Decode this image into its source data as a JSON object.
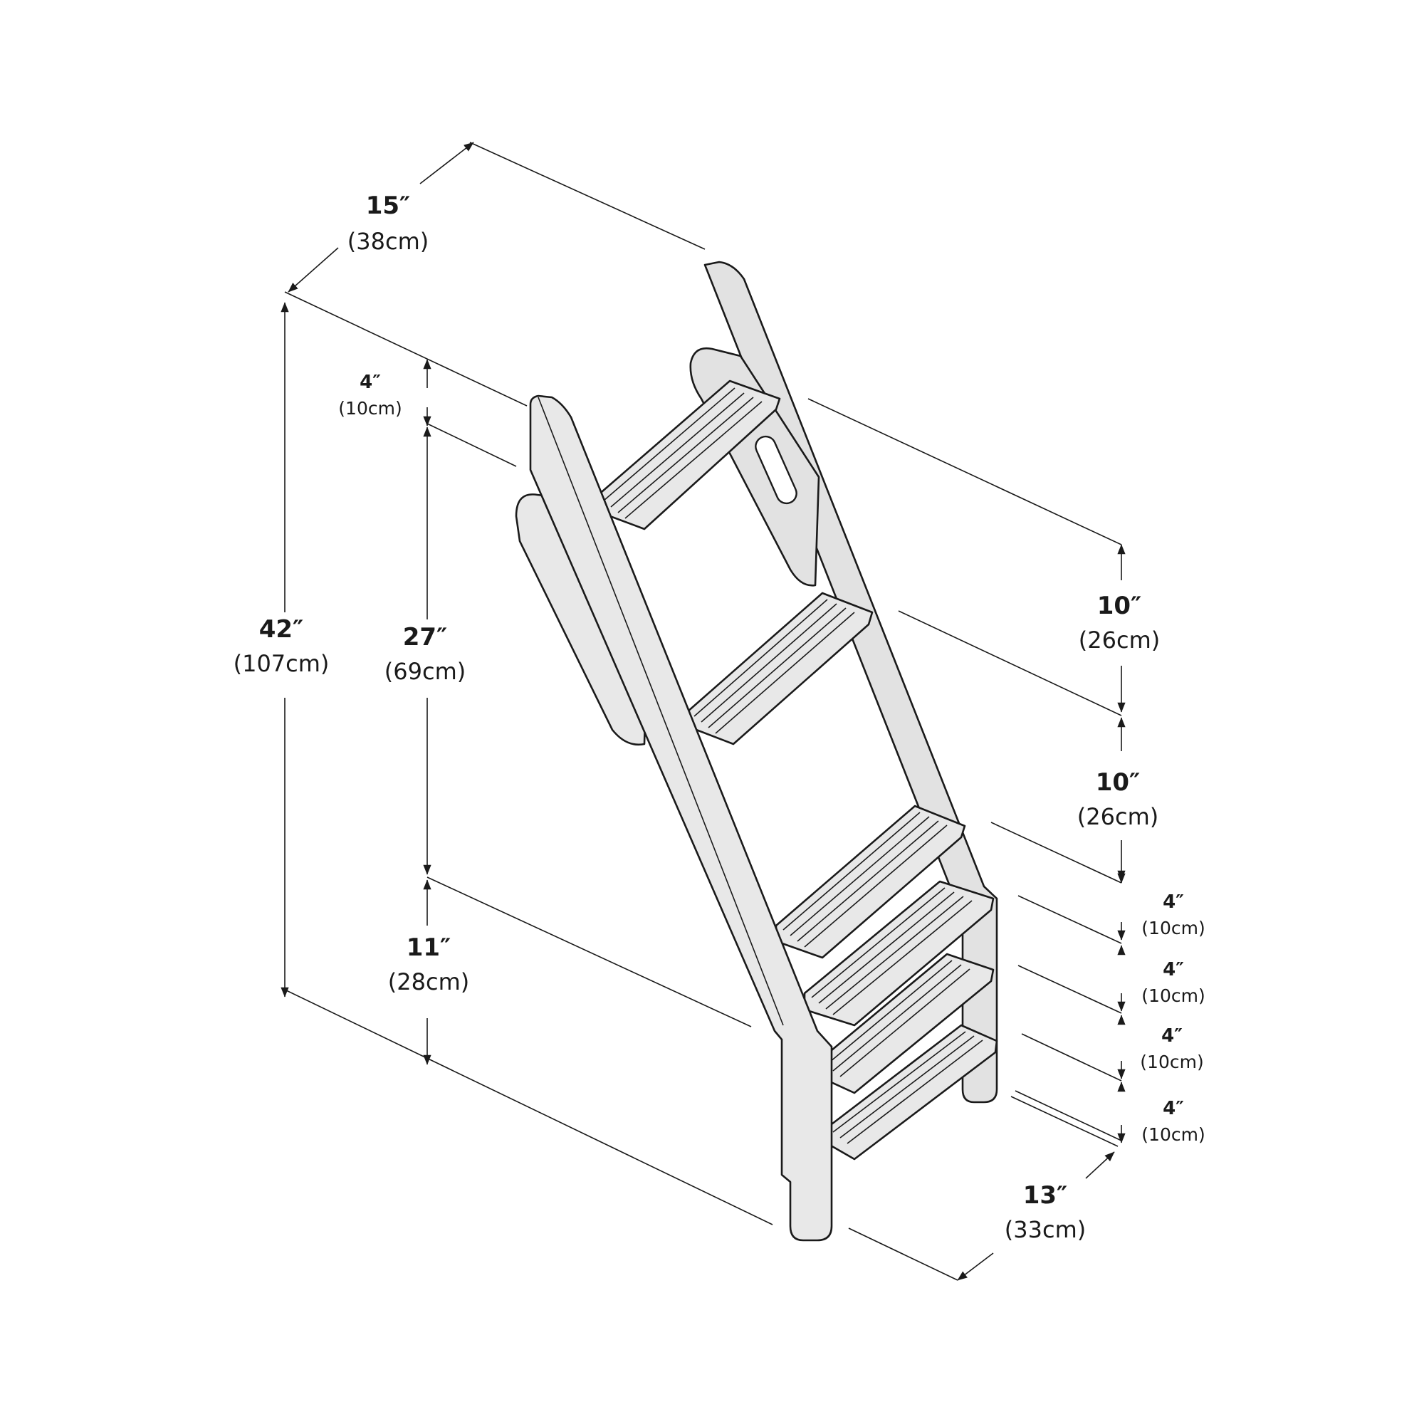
{
  "dimensions": {
    "depth_top": {
      "inches": "15″",
      "cm": "(38cm)"
    },
    "height_total": {
      "inches": "42″",
      "cm": "(107cm)"
    },
    "top_offset": {
      "inches": "4″",
      "cm": "(10cm)"
    },
    "handle_rail": {
      "inches": "27″",
      "cm": "(69cm)"
    },
    "bottom_rail": {
      "inches": "11″",
      "cm": "(28cm)"
    },
    "step_upper": {
      "inches": "10″",
      "cm": "(26cm)"
    },
    "step_middle": {
      "inches": "10″",
      "cm": "(26cm)"
    },
    "step_small_1": {
      "inches": "4″",
      "cm": "(10cm)"
    },
    "step_small_2": {
      "inches": "4″",
      "cm": "(10cm)"
    },
    "step_small_3": {
      "inches": "4″",
      "cm": "(10cm)"
    },
    "step_small_4": {
      "inches": "4″",
      "cm": "(10cm)"
    },
    "width_bottom": {
      "inches": "13″",
      "cm": "(33cm)"
    }
  },
  "colors": {
    "line": "#1a1a1a",
    "panel_fill": "#e8e8e8",
    "background": "#ffffff"
  }
}
